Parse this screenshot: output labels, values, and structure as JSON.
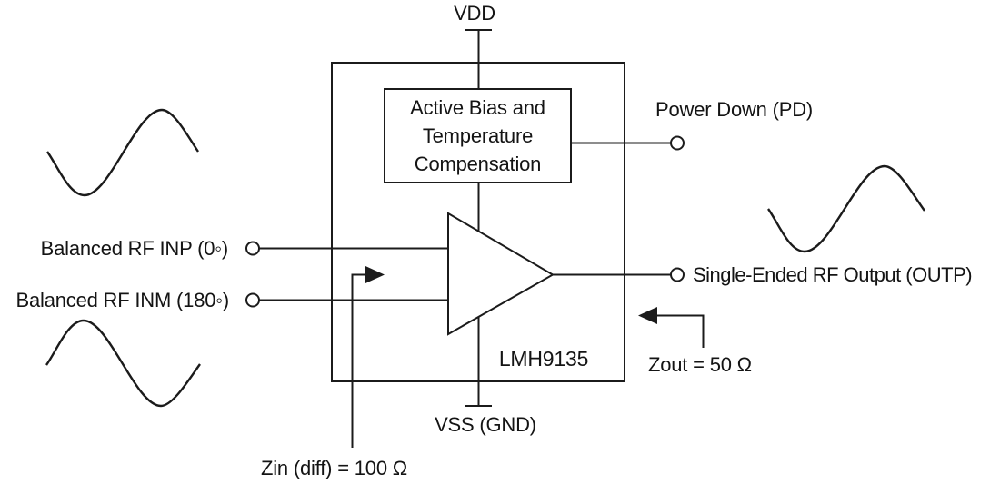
{
  "figure": {
    "device": "LMH9135",
    "background": "#ffffff",
    "line_color": "#1b1b1b",
    "text_color": "#141414",
    "blocks": {
      "active_bias": {
        "label": "Active Bias and\nTemperature\nCompensation"
      },
      "amplifier": {
        "label": "LMH9135"
      }
    },
    "pins": {
      "vdd": {
        "label": "VDD"
      },
      "vss": {
        "label": "VSS (GND)"
      },
      "pd": {
        "label": "Power Down (PD)"
      },
      "inp": {
        "label": "Balanced RF INP (0◦)"
      },
      "inm": {
        "label": "Balanced RF INM (180◦)"
      },
      "outp": {
        "label": "Single-Ended RF Output (OUTP)"
      }
    },
    "annotations": {
      "zin": {
        "label": "Zin (diff) = 100 Ω"
      },
      "zout": {
        "label": "Zout = 50 Ω"
      }
    }
  }
}
